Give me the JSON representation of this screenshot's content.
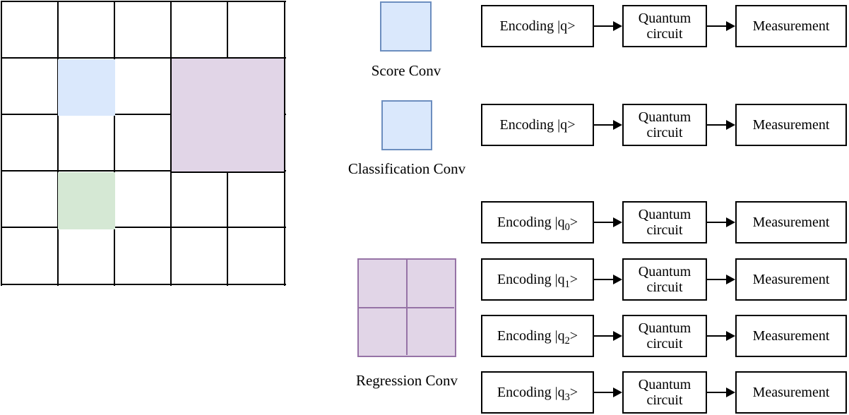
{
  "colors": {
    "line": "#000000",
    "blue_fill": "#dae8fc",
    "blue_stroke": "#6c8ebf",
    "green_fill": "#d5e8d4",
    "purple_fill": "#e1d5e7",
    "purple_stroke": "#9673a6"
  },
  "feature_grid": {
    "rows": 5,
    "cols": 5,
    "highlighted_cells": [
      {
        "row": 1,
        "col": 1,
        "rowspan": 1,
        "colspan": 1,
        "color_name": "blue",
        "meaning": "score conv cell"
      },
      {
        "row": 1,
        "col": 3,
        "rowspan": 2,
        "colspan": 2,
        "color_name": "purple",
        "meaning": "regression conv region"
      },
      {
        "row": 3,
        "col": 1,
        "rowspan": 1,
        "colspan": 1,
        "color_name": "green",
        "meaning": "highlighted cell"
      }
    ]
  },
  "legend": {
    "score": {
      "label": "Score Conv"
    },
    "classification": {
      "label": "Classification Conv"
    },
    "regression": {
      "label": "Regression Conv"
    }
  },
  "pipelines": [
    {
      "group": "score",
      "enc_prefix": "Encoding |q",
      "enc_sub": "",
      "enc_suffix": ">",
      "quantum": "Quantum circuit",
      "measurement": "Measurement"
    },
    {
      "group": "classification",
      "enc_prefix": "Encoding |q",
      "enc_sub": "",
      "enc_suffix": ">",
      "quantum": "Quantum circuit",
      "measurement": "Measurement"
    },
    {
      "group": "regression",
      "enc_prefix": "Encoding |q",
      "enc_sub": "0",
      "enc_suffix": ">",
      "quantum": "Quantum circuit",
      "measurement": "Measurement"
    },
    {
      "group": "regression",
      "enc_prefix": "Encoding |q",
      "enc_sub": "1",
      "enc_suffix": ">",
      "quantum": "Quantum circuit",
      "measurement": "Measurement"
    },
    {
      "group": "regression",
      "enc_prefix": "Encoding |q",
      "enc_sub": "2",
      "enc_suffix": ">",
      "quantum": "Quantum circuit",
      "measurement": "Measurement"
    },
    {
      "group": "regression",
      "enc_prefix": "Encoding |q",
      "enc_sub": "3",
      "enc_suffix": ">",
      "quantum": "Quantum circuit",
      "measurement": "Measurement"
    }
  ]
}
